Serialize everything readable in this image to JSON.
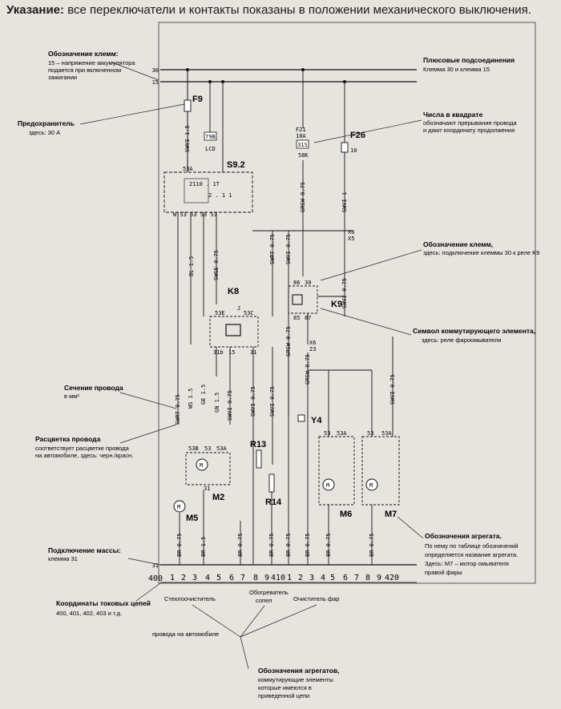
{
  "header": {
    "label": "Указание:",
    "text": "все переключатели и контакты показаны в положении механического выключения."
  },
  "annotations": {
    "terminal_title": "Обозначение клемм:",
    "terminal_body": [
      "15 – напряжение аккумулятора",
      "подается при включенном",
      "зажигании"
    ],
    "fuse_title": "Предохранитель",
    "fuse_body": "здесь: 30 А",
    "plus_title": "Плюсовые подсоединения",
    "plus_body": "Клемма 30 и клемма 15",
    "square_title": "Числа в квадрате",
    "square_body": [
      "обозначают прерывание провода",
      "и дают координату продолжения"
    ],
    "klemm_title": "Обозначение клемм,",
    "klemm_body": "здесь: подключение клеммы 30 к реле K9",
    "switch_title": "Символ коммутирующего элемента,",
    "switch_body": "здесь: реле фароомывателя",
    "section_title": "Сечение провода",
    "section_body": "в мм²",
    "color_title": "Расцветка провода",
    "color_body": [
      "соответствует расцветке провода",
      "на автомобиле, здесь: черн./красн."
    ],
    "agg_title": "Обозначения агрегата.",
    "agg_body": [
      "По нему по таблице обозначений",
      "определяется название агрегата.",
      "Здесь: M7 – мотор омывателя",
      "правой фары"
    ],
    "ground_title": "Подключение массы:",
    "ground_body": "клемма 31",
    "coord_title": "Координаты токовых цепей",
    "coord_body": "400, 401, 402, 403 и т.д.",
    "wiper": "Стеклоочиститель",
    "nozzle_heater": [
      "Обогреватель",
      "сопел"
    ],
    "headlamp_cleaner": "Очиститель фар",
    "vehicle_wires": "провода на автомобиле",
    "units_title": "Обозначения агрегатов,",
    "units_body": [
      "коммутирующие элементы",
      "которые имеются в",
      "приведенной цепи"
    ]
  },
  "terminals": {
    "t30": "30",
    "t15": "15",
    "t31": "31"
  },
  "components": {
    "F9": "F9",
    "F21": "F21",
    "F21_rating": "10A",
    "F26": "F26",
    "F26_rating": "10",
    "S9_2": "S9.2",
    "K8": "K8",
    "K9": "K9",
    "M2": "M2",
    "M5": "M5",
    "M6": "M6",
    "M7": "M7",
    "R13": "R13",
    "R14": "R14",
    "Y4": "Y4",
    "LED": "LCD",
    "box_79B": "79B",
    "box_31S": "31S",
    "box_58K": "58K",
    "X5": "X5",
    "X6_top": "X6",
    "X6_23": "23",
    "X6_mid": "X6"
  },
  "wires": {
    "w1": "SWVI 1.5",
    "w2": "SWVI 0.75",
    "w3": "BL 1.5",
    "w4": "SWGE 0.75",
    "w5": "GRSW 0.75",
    "w6": "SWRT 0.75",
    "w7": "SWVI 1",
    "w8": "SWRT 0.75",
    "w9": "WS 1.5",
    "w10": "GE 1.5",
    "w11": "GN 1.5",
    "w12": "SWVI 0.75",
    "w13": "SWVI 0.75",
    "w14": "SWVI 0.75",
    "w15": "GRSW 0.75",
    "w16": "SWVI 0.75",
    "w17": "GRSW 0.75",
    "w18": "SWVI 0.75",
    "ground_1": "BR 0.75",
    "ground_2": "BR 1.5",
    "ground_3": "BR 0.75",
    "ground_4": "BR 0.75",
    "ground_5": "BR 0.75",
    "ground_6": "BR 0.75",
    "ground_7": "BR 0.75",
    "ground_8": "BR 0.75"
  },
  "pins": {
    "s92_53a": "53A",
    "s92_row1": "2110 . 1T",
    "s92_row2": "2 . 1 1",
    "s92_row3": "W 53 53 53 53",
    "k8_53e": "53E",
    "k8_53c": "53C",
    "k8_31b": "31b",
    "k8_15": "15",
    "k8_31": "31",
    "k8_j": "J",
    "k9_30": "30",
    "k9_86": "86",
    "k9_85": "85",
    "k9_87": "87",
    "m2_53b": "53B",
    "m2_53": "53",
    "m2_53a": "53A",
    "m2_31": "31",
    "m6_53": "53",
    "m6_53a": "53A",
    "m7_53": "53",
    "m7_53a": "53A"
  },
  "coordinates": {
    "c400": "400",
    "c410": "410",
    "c420": "420",
    "row": [
      "1",
      "2",
      "3",
      "4",
      "5",
      "6",
      "7",
      "8",
      "9",
      "1",
      "2",
      "3",
      "4",
      "5",
      "6",
      "7",
      "8",
      "9"
    ]
  }
}
